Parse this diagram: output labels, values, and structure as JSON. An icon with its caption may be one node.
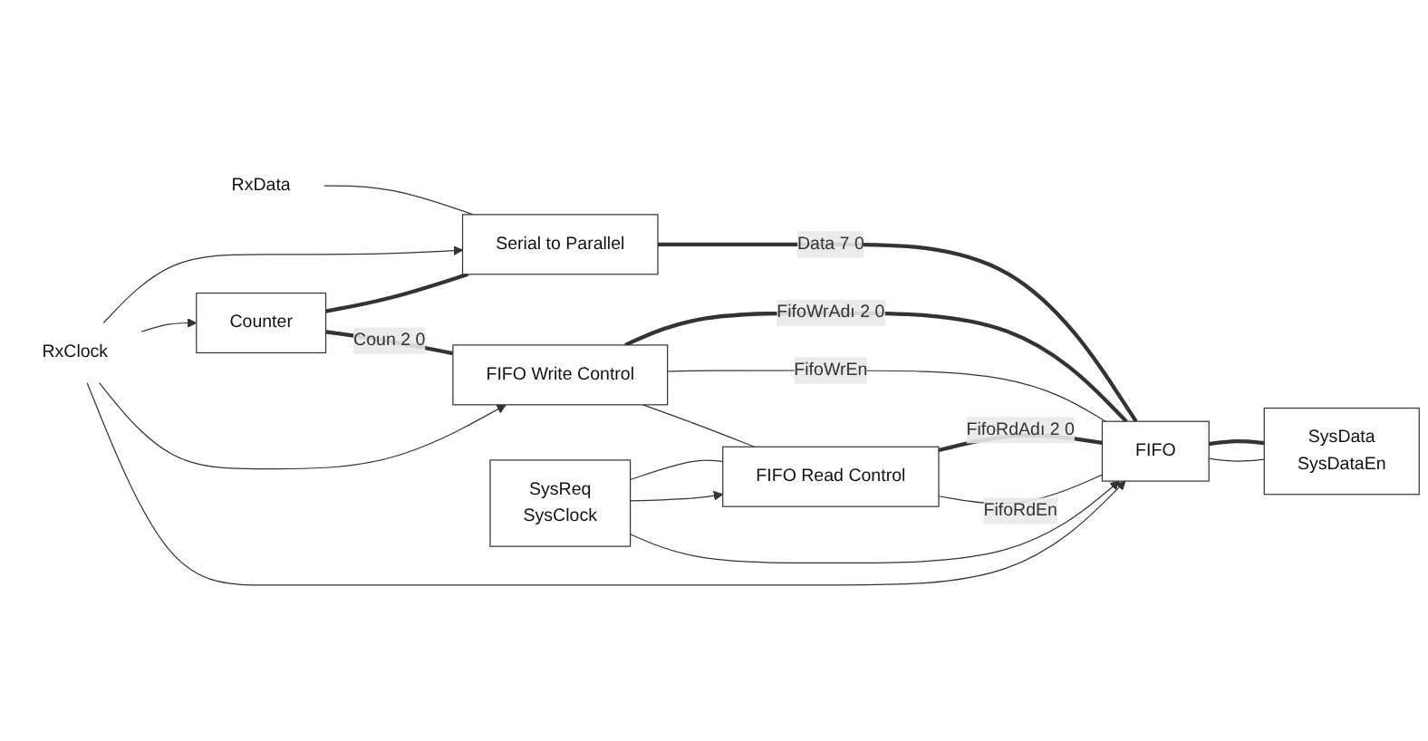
{
  "diagram": {
    "nodes": [
      {
        "text": [
          "RxData"
        ]
      },
      {
        "text": [
          "Serial to Parallel"
        ]
      },
      {
        "text": [
          "RxClock"
        ]
      },
      {
        "text": [
          "Counter"
        ]
      },
      {
        "text": [
          "FIFO Write Control"
        ]
      },
      {
        "text": [
          "SysReq",
          "SysClock"
        ]
      },
      {
        "text": [
          "FIFO Read Control"
        ]
      },
      {
        "text": [
          "FIFO"
        ]
      },
      {
        "text": [
          "SysData",
          "SysDataEn"
        ]
      }
    ],
    "edges": [
      {
        "from": 0,
        "to": 1,
        "arrow": "none"
      },
      {
        "from": 2,
        "to": 1,
        "arrow": "to"
      },
      {
        "from": 2,
        "to": 3,
        "arrow": "to"
      },
      {
        "from": 2,
        "to": 4,
        "arrow": "to"
      },
      {
        "from": 2,
        "to": 7,
        "arrow": "to"
      },
      {
        "from": 3,
        "to": 1,
        "arrow": "none",
        "style": "thick"
      },
      {
        "from": 3,
        "to": 4,
        "label": "Coun 2 0",
        "arrow": "none",
        "style": "thick"
      },
      {
        "from": 1,
        "to": 7,
        "label": "Data 7 0",
        "arrow": "none",
        "style": "thick"
      },
      {
        "from": 4,
        "to": 7,
        "label": "FifoWrAdı 2 0",
        "arrow": "none",
        "style": "thick"
      },
      {
        "from": 4,
        "to": 7,
        "label": "FifoWrEn",
        "arrow": "none"
      },
      {
        "from": 4,
        "to": 6,
        "arrow": "none"
      },
      {
        "from": 5,
        "to": 6,
        "arrow": "none"
      },
      {
        "from": 5,
        "to": 6,
        "arrow": "to"
      },
      {
        "from": 5,
        "to": 7,
        "arrow": "to"
      },
      {
        "from": 6,
        "to": 7,
        "label": "FifoRdAdı 2 0",
        "arrow": "none",
        "style": "thick"
      },
      {
        "from": 6,
        "to": 7,
        "label": "FifoRdEn",
        "arrow": "none"
      },
      {
        "from": 7,
        "to": 8,
        "arrow": "none",
        "style": "thick"
      },
      {
        "from": 7,
        "to": 8,
        "arrow": "none"
      }
    ]
  }
}
